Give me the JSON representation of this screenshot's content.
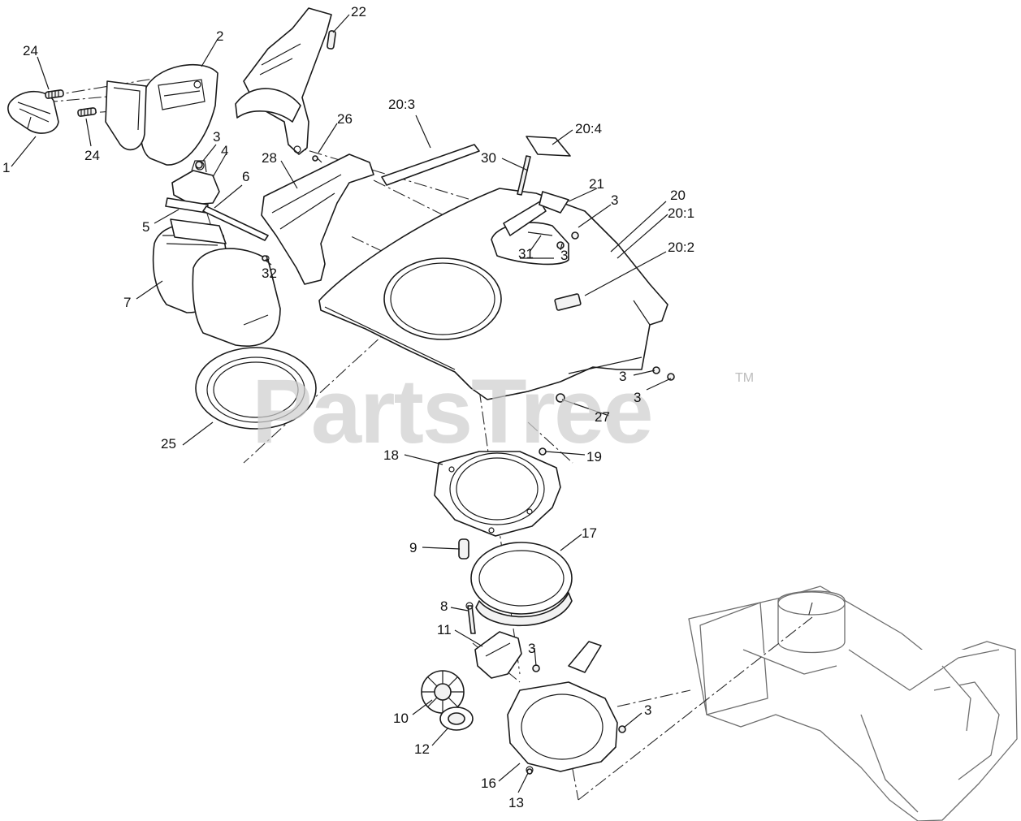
{
  "watermark": {
    "text": "PartsTree",
    "trademark": "TM"
  },
  "callouts": [
    {
      "id": "c-24a",
      "label": "24"
    },
    {
      "id": "c-2",
      "label": "2"
    },
    {
      "id": "c-22",
      "label": "22"
    },
    {
      "id": "c-1",
      "label": "1"
    },
    {
      "id": "c-24b",
      "label": "24"
    },
    {
      "id": "c-3a",
      "label": "3"
    },
    {
      "id": "c-4",
      "label": "4"
    },
    {
      "id": "c-26",
      "label": "26"
    },
    {
      "id": "c-20-3",
      "label": "20:3"
    },
    {
      "id": "c-20-4",
      "label": "20:4"
    },
    {
      "id": "c-30",
      "label": "30"
    },
    {
      "id": "c-28",
      "label": "28"
    },
    {
      "id": "c-6",
      "label": "6"
    },
    {
      "id": "c-21",
      "label": "21"
    },
    {
      "id": "c-3b",
      "label": "3"
    },
    {
      "id": "c-20",
      "label": "20"
    },
    {
      "id": "c-20-1",
      "label": "20:1"
    },
    {
      "id": "c-5",
      "label": "5"
    },
    {
      "id": "c-20-2",
      "label": "20:2"
    },
    {
      "id": "c-31",
      "label": "31"
    },
    {
      "id": "c-3c",
      "label": "3"
    },
    {
      "id": "c-32",
      "label": "32"
    },
    {
      "id": "c-7",
      "label": "7"
    },
    {
      "id": "c-3d",
      "label": "3"
    },
    {
      "id": "c-3e",
      "label": "3"
    },
    {
      "id": "c-27",
      "label": "27"
    },
    {
      "id": "c-25",
      "label": "25"
    },
    {
      "id": "c-18",
      "label": "18"
    },
    {
      "id": "c-19",
      "label": "19"
    },
    {
      "id": "c-17",
      "label": "17"
    },
    {
      "id": "c-9",
      "label": "9"
    },
    {
      "id": "c-8",
      "label": "8"
    },
    {
      "id": "c-11",
      "label": "11"
    },
    {
      "id": "c-3f",
      "label": "3"
    },
    {
      "id": "c-3g",
      "label": "3"
    },
    {
      "id": "c-10",
      "label": "10"
    },
    {
      "id": "c-12",
      "label": "12"
    },
    {
      "id": "c-16",
      "label": "16"
    },
    {
      "id": "c-13",
      "label": "13"
    }
  ]
}
